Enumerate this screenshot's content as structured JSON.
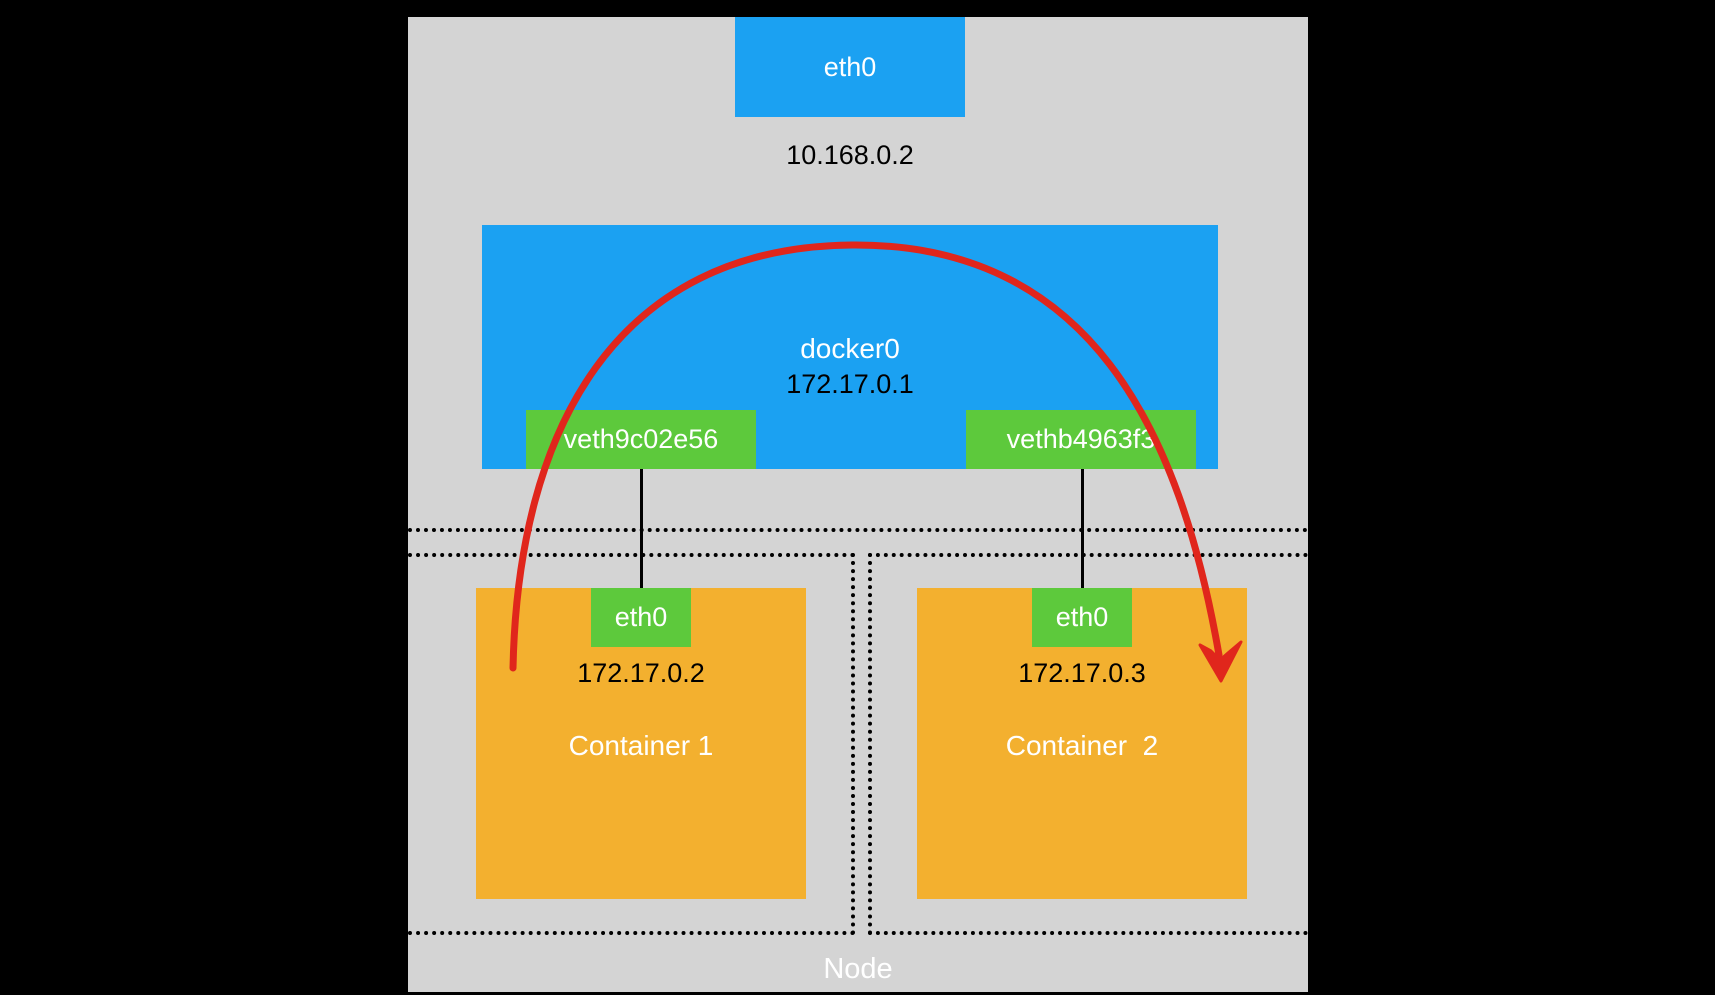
{
  "node": {
    "label": "Node"
  },
  "host_interface": {
    "label": "eth0",
    "ip": "10.168.0.2"
  },
  "bridge": {
    "label": "docker0",
    "ip": "172.17.0.1",
    "veths": [
      {
        "label": "veth9c02e56"
      },
      {
        "label": "vethb4963f3"
      }
    ]
  },
  "containers": [
    {
      "name": "Container 1",
      "interface": "eth0",
      "ip": "172.17.0.2"
    },
    {
      "name": "Container  2",
      "interface": "eth0",
      "ip": "172.17.0.3"
    }
  ],
  "colors": {
    "background": "#000000",
    "node_fill": "#d4d4d4",
    "interface_blue": "#1ba1f2",
    "veth_green": "#5dc93c",
    "container_orange": "#f3b02f",
    "arrow_red": "#e0261c"
  }
}
